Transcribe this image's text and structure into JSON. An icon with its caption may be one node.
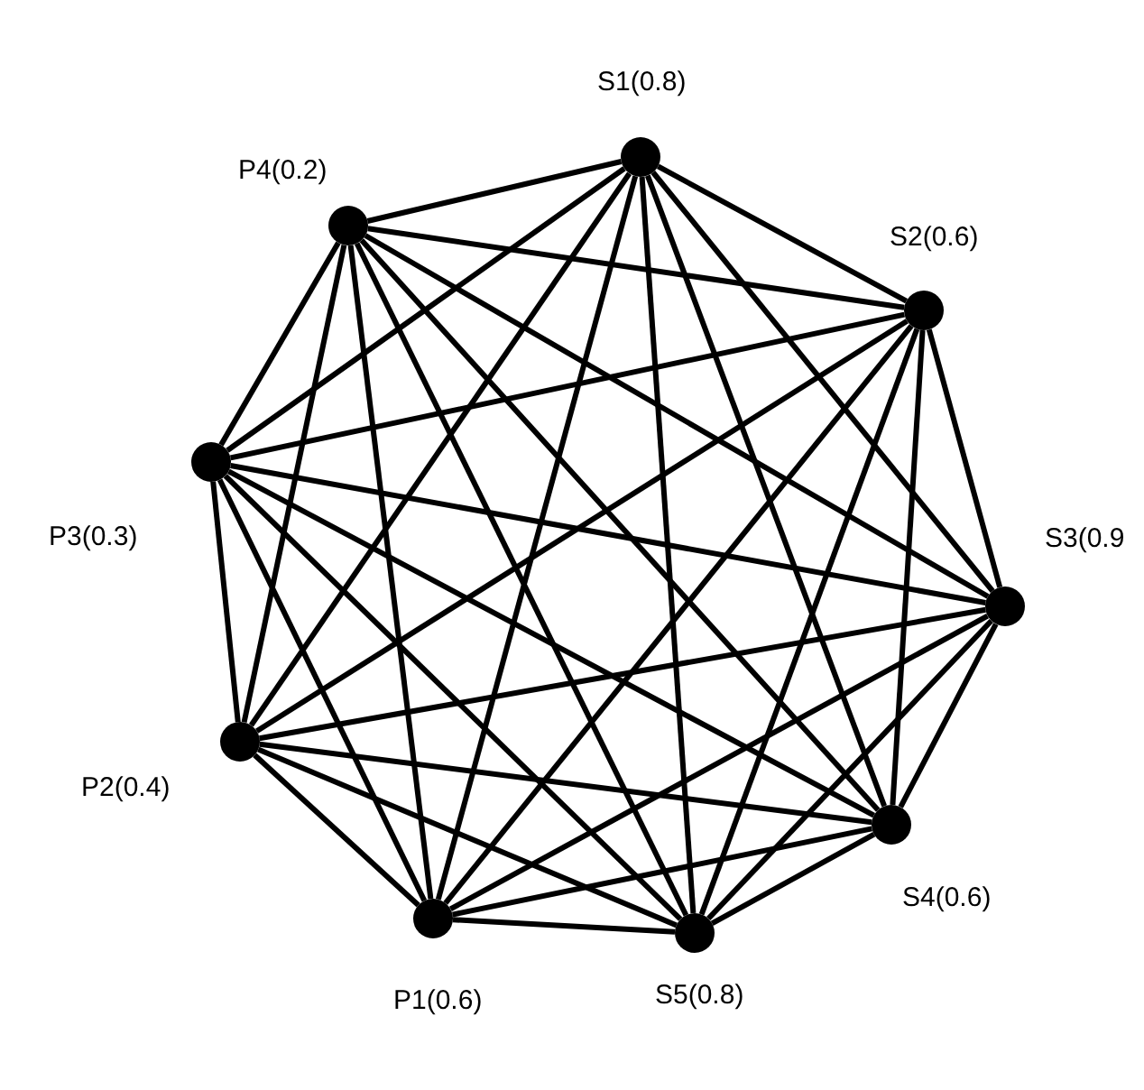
{
  "diagram": {
    "nodes": [
      {
        "text": [],
        "shape": "circle",
        "beside": [
          "S1(0.8)"
        ]
      },
      {
        "text": [],
        "shape": "circle",
        "beside": [
          "P4(0.2)"
        ]
      },
      {
        "text": [],
        "shape": "circle",
        "beside": [
          "S2(0.6)"
        ]
      },
      {
        "text": [],
        "shape": "circle",
        "beside": [
          "P3(0.3)"
        ]
      },
      {
        "text": [],
        "shape": "circle",
        "beside": [
          "S3(0.9"
        ]
      },
      {
        "text": [],
        "shape": "circle",
        "beside": [
          "P2(0.4)"
        ]
      },
      {
        "text": [],
        "shape": "circle",
        "beside": [
          "S4(0.6)"
        ]
      },
      {
        "text": [],
        "shape": "circle",
        "beside": [
          "P1(0.6)"
        ]
      },
      {
        "text": [],
        "shape": "circle",
        "beside": [
          "S5(0.8)"
        ]
      }
    ],
    "edges": [
      {
        "from": 0,
        "to": 1,
        "arrow": "none"
      },
      {
        "from": 0,
        "to": 2,
        "arrow": "none"
      },
      {
        "from": 0,
        "to": 3,
        "arrow": "none"
      },
      {
        "from": 0,
        "to": 4,
        "arrow": "none"
      },
      {
        "from": 0,
        "to": 5,
        "arrow": "none"
      },
      {
        "from": 0,
        "to": 6,
        "arrow": "none"
      },
      {
        "from": 0,
        "to": 7,
        "arrow": "none"
      },
      {
        "from": 0,
        "to": 8,
        "arrow": "none"
      },
      {
        "from": 1,
        "to": 2,
        "arrow": "none"
      },
      {
        "from": 1,
        "to": 3,
        "arrow": "none"
      },
      {
        "from": 1,
        "to": 4,
        "arrow": "none"
      },
      {
        "from": 1,
        "to": 5,
        "arrow": "none"
      },
      {
        "from": 1,
        "to": 6,
        "arrow": "none"
      },
      {
        "from": 1,
        "to": 7,
        "arrow": "none"
      },
      {
        "from": 1,
        "to": 8,
        "arrow": "none"
      },
      {
        "from": 2,
        "to": 3,
        "arrow": "none"
      },
      {
        "from": 2,
        "to": 4,
        "arrow": "none"
      },
      {
        "from": 2,
        "to": 5,
        "arrow": "none"
      },
      {
        "from": 2,
        "to": 6,
        "arrow": "none"
      },
      {
        "from": 2,
        "to": 7,
        "arrow": "none"
      },
      {
        "from": 2,
        "to": 8,
        "arrow": "none"
      },
      {
        "from": 3,
        "to": 4,
        "arrow": "none"
      },
      {
        "from": 3,
        "to": 5,
        "arrow": "none"
      },
      {
        "from": 3,
        "to": 6,
        "arrow": "none"
      },
      {
        "from": 3,
        "to": 7,
        "arrow": "none"
      },
      {
        "from": 3,
        "to": 8,
        "arrow": "none"
      },
      {
        "from": 4,
        "to": 5,
        "arrow": "none"
      },
      {
        "from": 4,
        "to": 6,
        "arrow": "none"
      },
      {
        "from": 4,
        "to": 7,
        "arrow": "none"
      },
      {
        "from": 4,
        "to": 8,
        "arrow": "none"
      },
      {
        "from": 5,
        "to": 6,
        "arrow": "none"
      },
      {
        "from": 5,
        "to": 7,
        "arrow": "none"
      },
      {
        "from": 5,
        "to": 8,
        "arrow": "none"
      },
      {
        "from": 6,
        "to": 7,
        "arrow": "none"
      },
      {
        "from": 6,
        "to": 8,
        "arrow": "none"
      },
      {
        "from": 7,
        "to": 8,
        "arrow": "none"
      }
    ]
  }
}
